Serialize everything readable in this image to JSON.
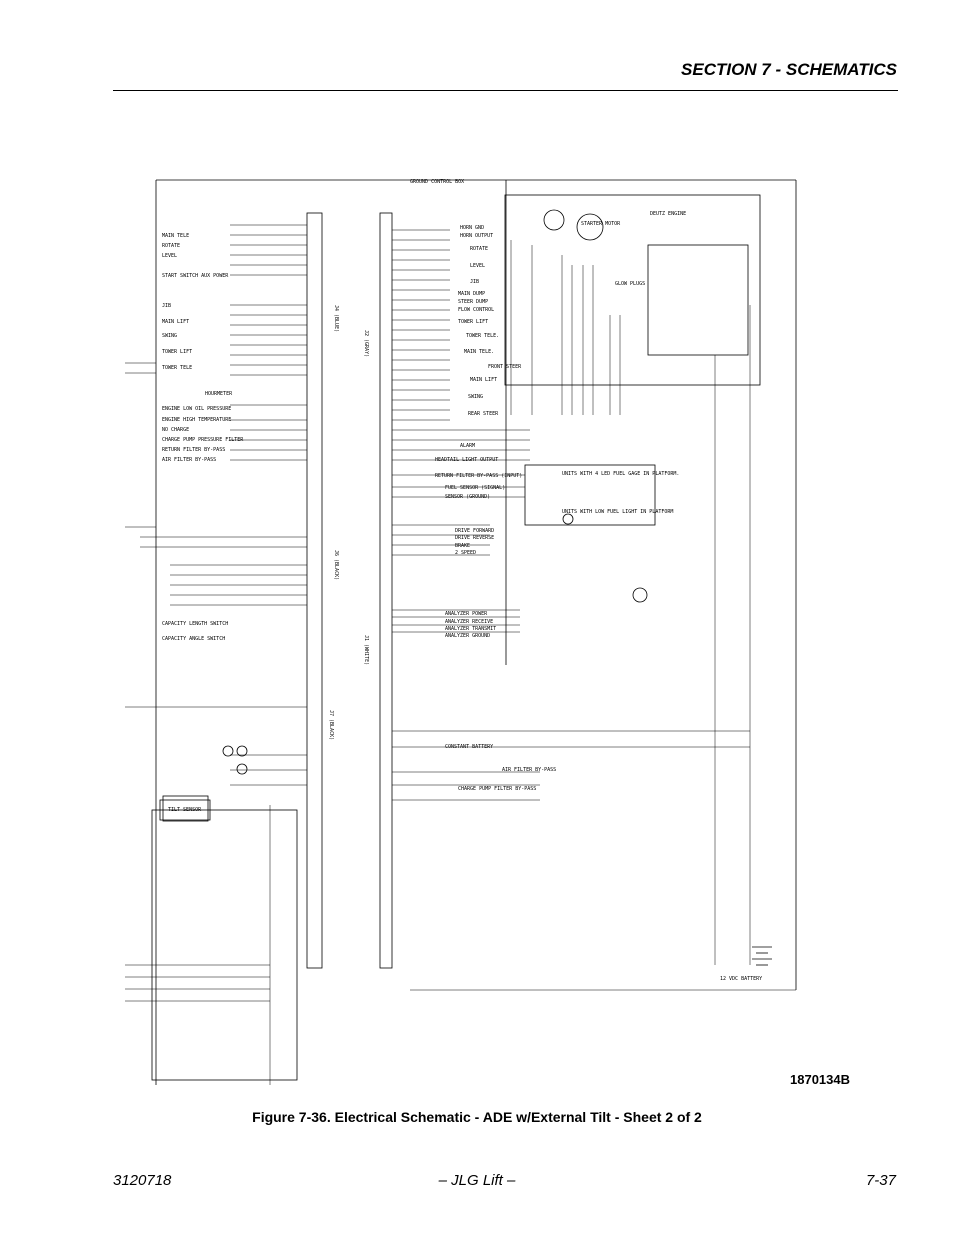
{
  "header": {
    "section_title": "SECTION 7 - SCHEMATICS"
  },
  "schematic": {
    "ground_box_label": "GROUND CONTROL BOX",
    "engine_label": "DEUTZ ENGINE",
    "starter_label": "STARTER MOTOR",
    "glow_label": "GLOW PLUGS",
    "battery_label": "12 VDC BATTERY",
    "tilt_label": "TILT SENSOR",
    "alarm_label": "ALARM",
    "connectors": [
      "J4 (BLUE)",
      "J2 (GRAY)",
      "J6 (BLACK)",
      "J1 (WHITE)",
      "J7 (BLACK)"
    ],
    "left_labels": [
      "MAIN TELE",
      "ROTATE",
      "LEVEL",
      "START SWITCH AUX POWER",
      "JIB",
      "MAIN LIFT",
      "SWING",
      "TOWER LIFT",
      "TOWER TELE",
      "HOURMETER",
      "ENGINE LOW OIL PRESSURE",
      "ENGINE HIGH TEMPERATURE",
      "NO CHARGE",
      "CHARGE PUMP PRESSURE FILTER",
      "RETURN FILTER BY-PASS",
      "AIR FILTER BY-PASS",
      "CAPACITY LENGTH SWITCH",
      "CAPACITY ANGLE SWITCH"
    ],
    "right_labels": [
      "HORN GND",
      "HORN OUTPUT",
      "ROTATE",
      "LEVEL",
      "JIB",
      "MAIN DUMP",
      "STEER DUMP",
      "FLOW CONTROL",
      "TOWER LIFT",
      "TOWER TELE.",
      "MAIN TELE.",
      "FRONT STEER",
      "MAIN LIFT",
      "SWING",
      "REAR STEER",
      "HEADTAIL LIGHT OUTPUT",
      "RETURN FILTER BY-PASS (INPUT)",
      "FUEL SENSOR (SIGNAL)",
      "SENSOR (GROUND)",
      "DRIVE FORWARD",
      "DRIVE REVERSE",
      "BRAKE",
      "2 SPEED",
      "ANALYZER POWER",
      "ANALYZER RECEIVE",
      "ANALYZER TRANSMIT",
      "ANALYZER GROUND",
      "CONSTANT BATTERY",
      "AIR FILTER BY-PASS",
      "CHARGE PUMP FILTER BY-PASS"
    ],
    "note_units": [
      "UNITS WITH 4 LED FUEL GAGE IN PLATFORM.",
      "UNITS WITH LOW FUEL LIGHT IN PLATFORM"
    ]
  },
  "drawing_number": "1870134B",
  "caption": "Figure 7-36.  Electrical Schematic - ADE w/External Tilt - Sheet 2 of 2",
  "footer": {
    "doc_number": "3120718",
    "center": "– JLG Lift –",
    "page": "7-37"
  }
}
